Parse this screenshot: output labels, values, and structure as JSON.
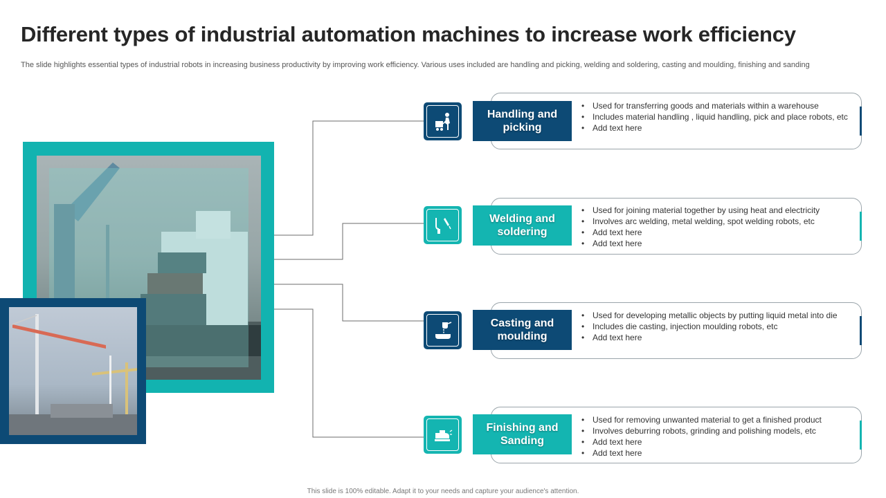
{
  "title": "Different types of industrial automation machines to increase work efficiency",
  "subtitle": "The slide highlights essential types of industrial robots in increasing business productivity by improving work efficiency. Various uses included are handling and picking, welding and soldering, casting and moulding, finishing and sanding",
  "footer": "This slide is 100% editable. Adapt it to your needs and capture your audience's attention.",
  "colors": {
    "navy": "#0d4a75",
    "teal": "#14b5b1",
    "border": "#9aa4aa"
  },
  "items": [
    {
      "label": "Handling and picking",
      "icon": "cart-worker-icon",
      "theme": "navy",
      "bullets": [
        "Used for transferring goods and materials within a warehouse",
        "Includes material handling , liquid handling, pick and place robots, etc",
        "Add text here"
      ]
    },
    {
      "label": "Welding and soldering",
      "icon": "welding-torch-icon",
      "theme": "teal",
      "bullets": [
        "Used for joining material together by using heat and electricity",
        "Involves arc welding, metal welding, spot welding robots, etc",
        "Add text here",
        "Add text here"
      ]
    },
    {
      "label": "Casting and moulding",
      "icon": "ladle-pour-icon",
      "theme": "navy",
      "bullets": [
        "Used for developing metallic objects by putting liquid metal into die",
        "Includes die casting, injection moulding robots, etc",
        "Add text here"
      ]
    },
    {
      "label": "Finishing and Sanding",
      "icon": "sander-icon",
      "theme": "teal",
      "bullets": [
        "Used for removing unwanted material to get a finished product",
        "Involves deburring robots, grinding and polishing models, etc",
        "Add text here",
        "Add text here"
      ]
    }
  ]
}
